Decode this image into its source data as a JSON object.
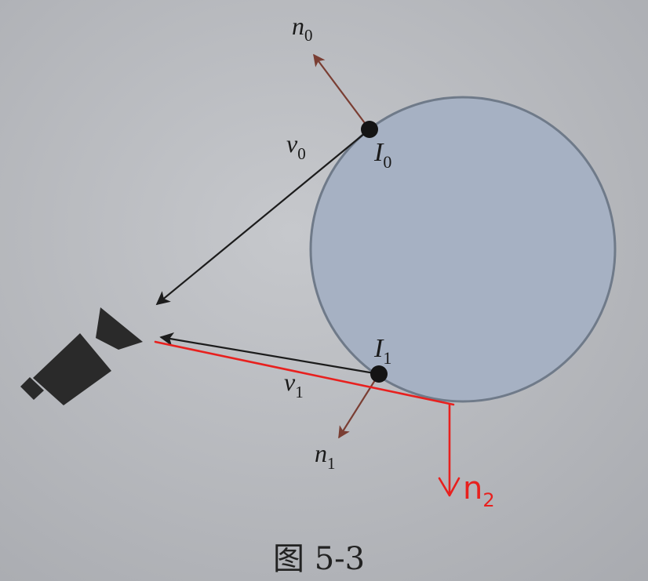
{
  "labels": {
    "n0": {
      "main": "n",
      "sub": "0"
    },
    "I0": {
      "main": "I",
      "sub": "0"
    },
    "v0": {
      "main": "v",
      "sub": "0"
    },
    "I1": {
      "main": "I",
      "sub": "1"
    },
    "v1": {
      "main": "v",
      "sub": "1"
    },
    "n1": {
      "main": "n",
      "sub": "1"
    },
    "n2": {
      "main": "n",
      "sub": "2"
    }
  },
  "caption": "图 5-3",
  "colors": {
    "background": "#b7b9bd",
    "sphere_fill": "#a6b1c3",
    "sphere_stroke": "#6f7a89",
    "normal_arrow": "#7a3e33",
    "view_arrow": "#1c1c1c",
    "annotation_red": "#e8201e",
    "camera": "#2a2a2a"
  }
}
